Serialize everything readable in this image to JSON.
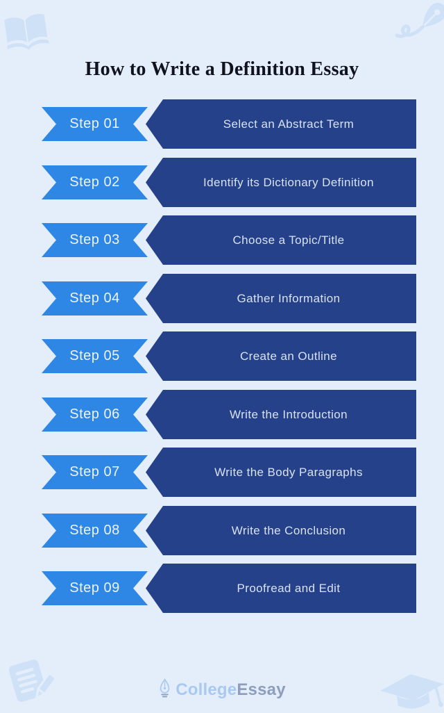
{
  "title": "How to Write a Definition Essay",
  "steps": [
    {
      "label": "Step 01",
      "description": "Select an Abstract Term"
    },
    {
      "label": "Step 02",
      "description": "Identify its Dictionary Definition"
    },
    {
      "label": "Step 03",
      "description": "Choose a Topic/Title"
    },
    {
      "label": "Step 04",
      "description": "Gather Information"
    },
    {
      "label": "Step 05",
      "description": "Create an Outline"
    },
    {
      "label": "Step 06",
      "description": "Write the Introduction"
    },
    {
      "label": "Step 07",
      "description": "Write the Body Paragraphs"
    },
    {
      "label": "Step 08",
      "description": "Write the Conclusion"
    },
    {
      "label": "Step 09",
      "description": "Proofread and Edit"
    }
  ],
  "footer": {
    "brand_prefix": "College",
    "brand_suffix": "Essay",
    "logo_icon": "pen-nib-icon"
  },
  "decorations": {
    "top_left": "open-book-icon",
    "top_right": "pen-nib-squiggle-icon",
    "bottom_left": "paper-pencil-icon",
    "bottom_right": "graduation-cap-icon"
  },
  "colors": {
    "background": "#e4eefb",
    "ribbon_blue": "#2e86e5",
    "bar_navy": "#24418a",
    "title_text": "#10131e",
    "ribbon_text": "#eef4fc",
    "bar_text": "#d9e2f2",
    "watermark": "#cfe1f6",
    "brand_prefix_color": "#aac9f0",
    "brand_suffix_color": "#8d9dbb"
  }
}
